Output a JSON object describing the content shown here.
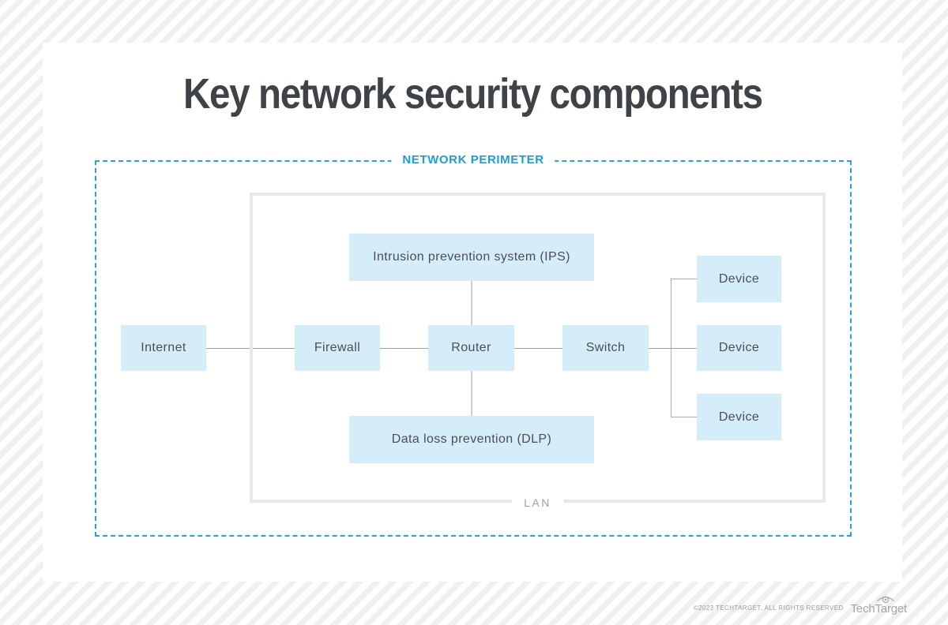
{
  "title": "Key network security components",
  "diagram": {
    "perimeter_label": "NETWORK PERIMETER",
    "lan_label": "LAN",
    "nodes": {
      "internet": "Internet",
      "firewall": "Firewall",
      "router": "Router",
      "switch": "Switch",
      "ips": "Intrusion prevention system (IPS)",
      "dlp": "Data loss prevention (DLP)",
      "device1": "Device",
      "device2": "Device",
      "device3": "Device"
    },
    "connections": [
      "Internet - Firewall",
      "Firewall - Router",
      "Router - Switch",
      "Intrusion prevention system (IPS) - Router",
      "Router - Data loss prevention (DLP)",
      "Switch - Device",
      "Switch - Device",
      "Switch - Device"
    ]
  },
  "footer": {
    "copyright": "©2023 TECHTARGET, ALL RIGHTS RESERVED",
    "brand": "TechTarget"
  },
  "colors": {
    "accent_blue": "#1e9cd7",
    "perimeter_dash": "#2aa0da",
    "node_fill": "#d5edf9",
    "node_text": "#4a4f55",
    "title_text": "#3f4347",
    "connector_gray": "#9f9f9f",
    "lan_border": "#e8e8e8",
    "lan_text": "#9ca1a6",
    "stripe_gray": "#f0f0f0"
  }
}
